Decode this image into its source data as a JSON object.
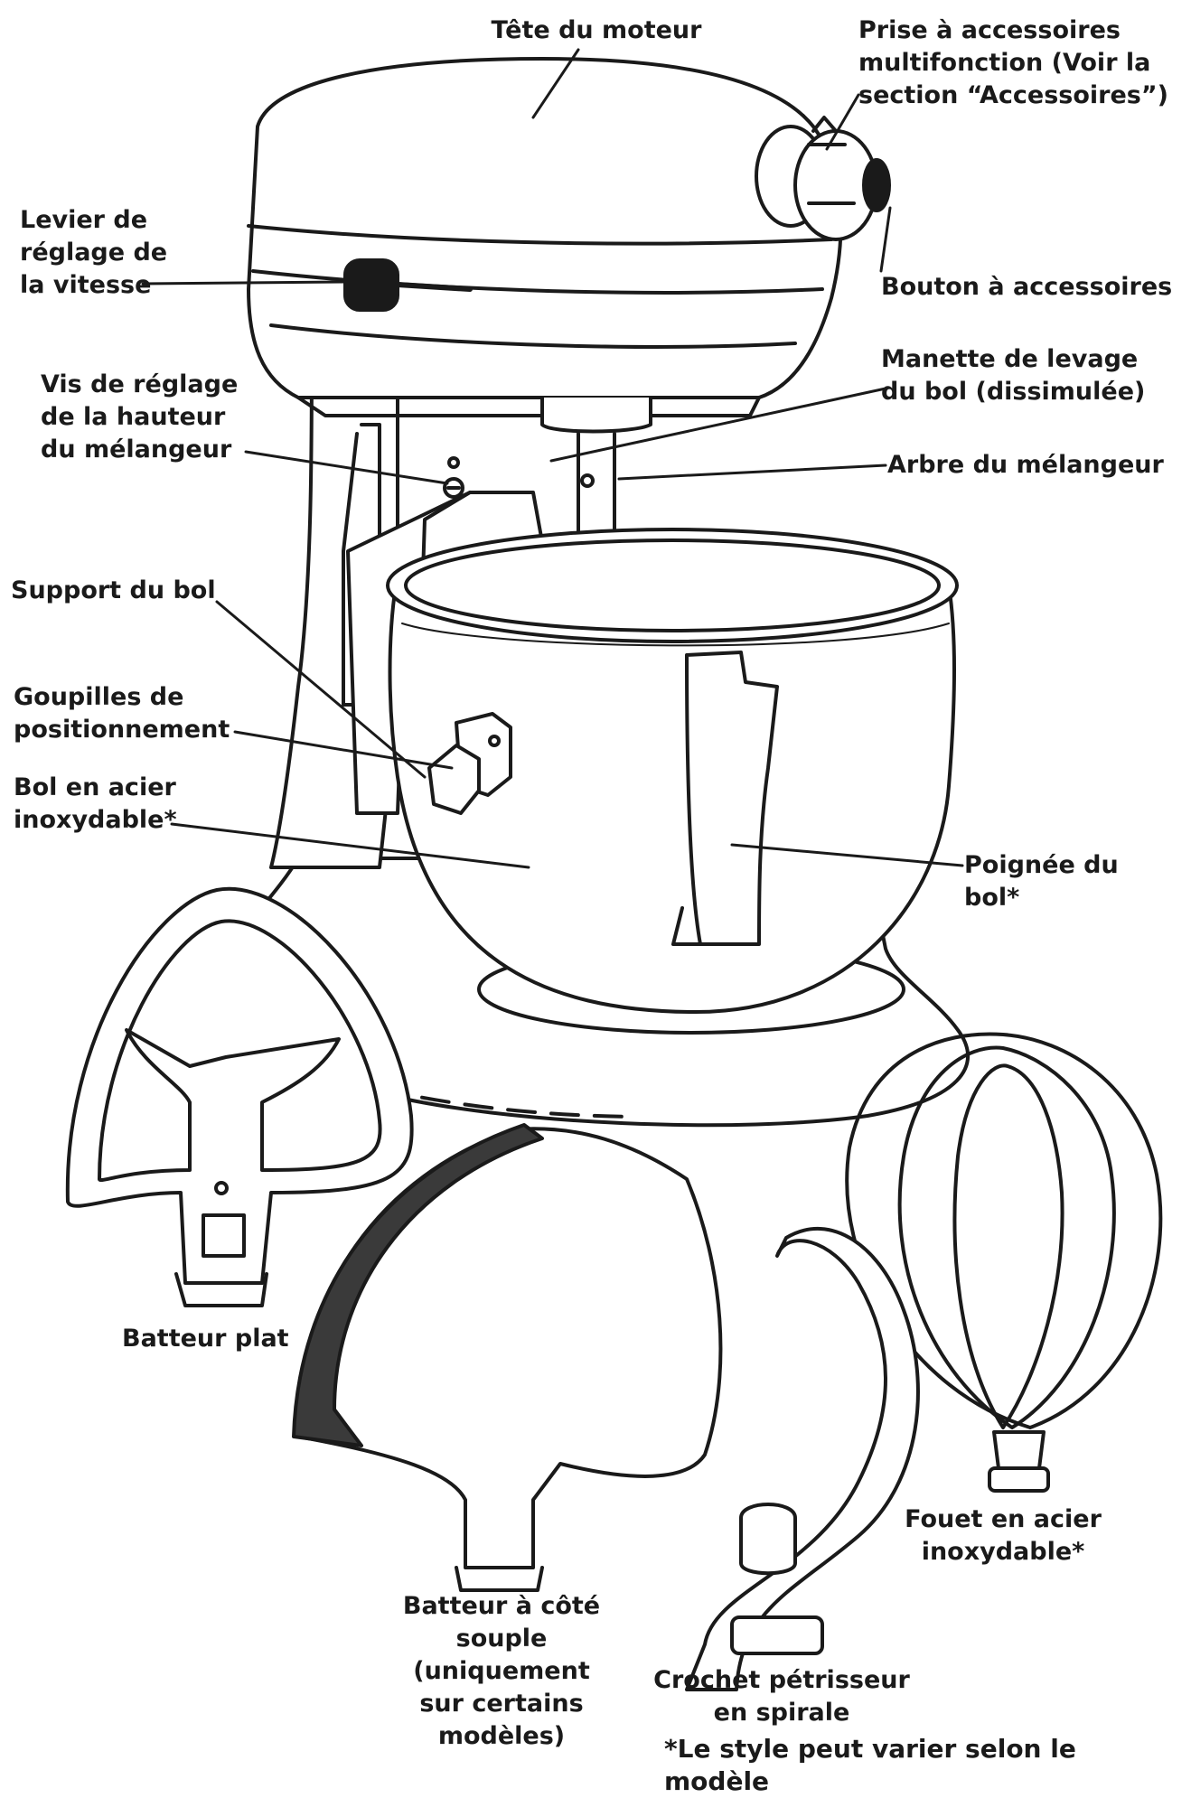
{
  "labels": {
    "motor_head": "Tête du moteur",
    "attachment_hub": "Prise à accessoires\nmultifonction (Voir la\nsection “Accessoires”)",
    "speed_lever": "Levier de\nréglage de\nla vitesse",
    "attachment_knob": "Bouton à accessoires",
    "height_screw": "Vis de réglage\nde la hauteur\ndu mélangeur",
    "bowl_lift": "Manette de levage\ndu bol (dissimulée)",
    "beater_shaft": "Arbre du mélangeur",
    "bowl_support": "Support du bol",
    "locating_pins": "Goupilles de\npositionnement",
    "bowl": "Bol en acier\ninoxydable*",
    "bowl_handle": "Poignée du bol*",
    "flat_beater": "Batteur plat",
    "flex_beater": "Batteur à côté\nsouple (uniquement\nsur certains\nmodèles)",
    "whip": "Fouet en acier\ninoxydable*",
    "dough_hook": "Crochet pétrisseur\nen spirale",
    "footnote": "*Le style peut varier selon le modèle"
  },
  "colors": {
    "ink": "#1a1a1a",
    "flex_edge": "#3a3a3a",
    "background": "#ffffff"
  }
}
